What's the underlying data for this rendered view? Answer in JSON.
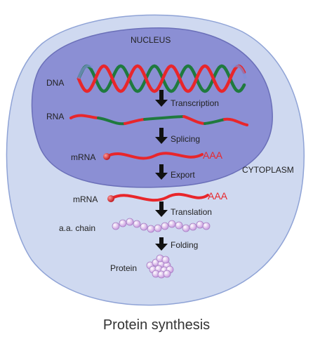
{
  "labels": {
    "nucleus": "NUCLEUS",
    "cytoplasm": "CYTOPLASM",
    "dna": "DNA",
    "rna": "RNA",
    "mrna_nucleus": "mRNA",
    "mrna_cytoplasm": "mRNA",
    "aa_chain": "a.a. chain",
    "protein": "Protein",
    "poly_a_nucleus": "AAA",
    "poly_a_cytoplasm": "AAA"
  },
  "steps": [
    {
      "label": "Transcription"
    },
    {
      "label": "Splicing"
    },
    {
      "label": "Export"
    },
    {
      "label": "Translation"
    },
    {
      "label": "Folding"
    }
  ],
  "caption": "Protein synthesis",
  "colors": {
    "cell_fill": "#cfd9f0",
    "cell_stroke": "#8fa3d6",
    "nucleus_fill": "#8b8fd4",
    "nucleus_stroke": "#6a6fb8",
    "strand_red": "#e8262b",
    "strand_green": "#1f7a3e",
    "amino_acid": "#d9b3e8",
    "arrow": "#111111"
  }
}
